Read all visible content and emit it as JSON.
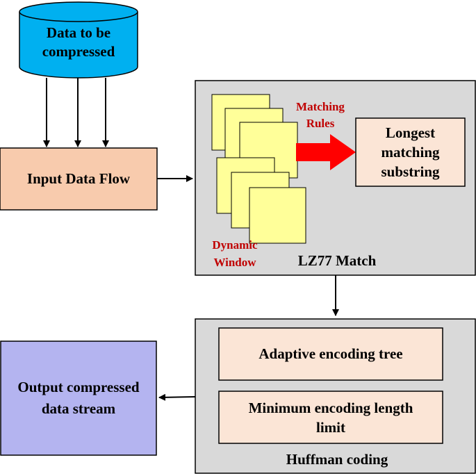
{
  "source": {
    "label_line1": "Data to be",
    "label_line2": "compressed"
  },
  "input_flow": {
    "label": "Input Data Flow"
  },
  "lz77": {
    "title": "LZ77 Match",
    "matching_rules_line1": "Matching",
    "matching_rules_line2": "Rules",
    "result_line1": "Longest",
    "result_line2": "matching",
    "result_line3": "substring",
    "dynamic_window_line1": "Dynamic",
    "dynamic_window_line2": "Window"
  },
  "huffman": {
    "title": "Huffman coding",
    "step1": "Adaptive encoding tree",
    "step2_line1": "Minimum encoding length",
    "step2_line2": "limit"
  },
  "output": {
    "label_line1": "Output compressed",
    "label_line2": "data stream"
  },
  "colors": {
    "cylinder_fill": "#00b0f0",
    "input_fill": "#f8cbad",
    "panel_fill": "#d9d9d9",
    "inner_box_fill": "#fbe5d6",
    "window_fill": "#ffff99",
    "arrow_red": "#ff0000",
    "output_fill": "#b4b4f0"
  }
}
